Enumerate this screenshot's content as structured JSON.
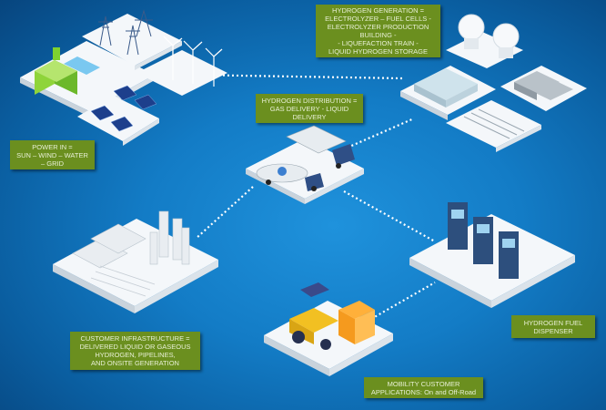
{
  "labels": {
    "power_in": [
      "POWER IN =",
      "SUN – WIND – WATER",
      "– GRID"
    ],
    "generation": [
      "HYDROGEN GENERATION =",
      "ELECTROLYZER – FUEL CELLS -",
      "ELECTROLYZER PRODUCTION",
      "BUILDING -",
      "- LIQUEFACTION TRAIN -",
      "LIQUID HYDROGEN STORAGE"
    ],
    "distribution": [
      "HYDROGEN DISTRIBUTION =",
      "GAS DELIVERY - LIQUID",
      "DELIVERY"
    ],
    "customer_infrastructure": [
      "CUSTOMER INFRASTRUCTURE =",
      "DELIVERED LIQUID OR GASEOUS",
      "HYDROGEN, PIPELINES,",
      "AND ONSITE GENERATION"
    ],
    "dispenser": [
      "HYDROGEN FUEL",
      "DISPENSER"
    ],
    "mobility": [
      "MOBILITY CUSTOMER",
      "APPLICATIONS: On and Off-Road"
    ]
  },
  "colors": {
    "label_bg": "#6b8f1f",
    "platform": "#f4f7fa",
    "connector": "#ffffff"
  }
}
